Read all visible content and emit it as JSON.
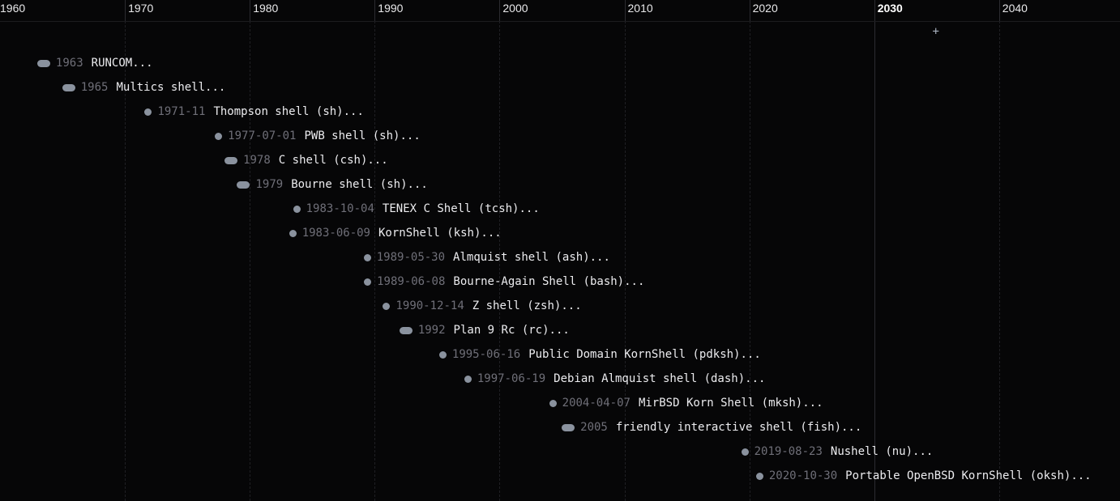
{
  "axis": {
    "years": [
      "1960",
      "1970",
      "1980",
      "1990",
      "2000",
      "2010",
      "2020",
      "2030",
      "2040"
    ],
    "current_year": "2030"
  },
  "add_button": {
    "label": "+"
  },
  "events": [
    {
      "date": "1963",
      "title": "RUNCOM...",
      "marker": "pill"
    },
    {
      "date": "1965",
      "title": "Multics shell...",
      "marker": "pill"
    },
    {
      "date": "1971-11",
      "title": "Thompson shell (sh)...",
      "marker": "dot"
    },
    {
      "date": "1977-07-01",
      "title": "PWB shell (sh)...",
      "marker": "dot"
    },
    {
      "date": "1978",
      "title": "C shell (csh)...",
      "marker": "pill"
    },
    {
      "date": "1979",
      "title": "Bourne shell (sh)...",
      "marker": "pill"
    },
    {
      "date": "1983-10-04",
      "title": "TENEX C Shell (tcsh)...",
      "marker": "dot"
    },
    {
      "date": "1983-06-09",
      "title": "KornShell (ksh)...",
      "marker": "dot"
    },
    {
      "date": "1989-05-30",
      "title": "Almquist shell (ash)...",
      "marker": "dot"
    },
    {
      "date": "1989-06-08",
      "title": "Bourne-Again Shell (bash)...",
      "marker": "dot"
    },
    {
      "date": "1990-12-14",
      "title": "Z shell (zsh)...",
      "marker": "dot"
    },
    {
      "date": "1992",
      "title": "Plan 9 Rc (rc)...",
      "marker": "pill"
    },
    {
      "date": "1995-06-16",
      "title": "Public Domain KornShell (pdksh)...",
      "marker": "dot"
    },
    {
      "date": "1997-06-19",
      "title": "Debian Almquist shell (dash)...",
      "marker": "dot"
    },
    {
      "date": "2004-04-07",
      "title": "MirBSD Korn Shell (mksh)...",
      "marker": "dot"
    },
    {
      "date": "2005",
      "title": "friendly interactive shell (fish)...",
      "marker": "pill"
    },
    {
      "date": "2019-08-23",
      "title": "Nushell (nu)...",
      "marker": "dot"
    },
    {
      "date": "2020-10-30",
      "title": "Portable OpenBSD KornShell (oksh)...",
      "marker": "dot"
    }
  ]
}
